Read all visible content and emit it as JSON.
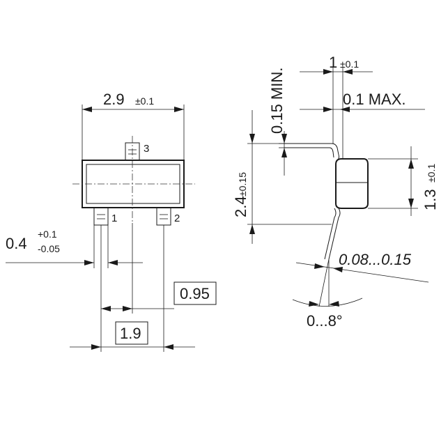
{
  "top_view": {
    "width_value": "2.9",
    "width_tol": "±0.1",
    "pin_labels": [
      "3",
      "1",
      "2"
    ],
    "lead_width_value": "0.4",
    "lead_width_tol_plus": "+0.1",
    "lead_width_tol_minus": "-0.05",
    "pitch_small": "0.95",
    "pitch_large": "1.9"
  },
  "side_view": {
    "lead_length_value": "1",
    "lead_length_tol": "±0.1",
    "standoff_max": "0.1 MAX.",
    "lead_min": "0.15 MIN.",
    "overall_value": "2.4",
    "overall_tol": "±0.15",
    "body_value": "1.3",
    "body_tol": "±0.1",
    "lead_thickness": "0.08...0.15",
    "angle": "0...8°"
  }
}
